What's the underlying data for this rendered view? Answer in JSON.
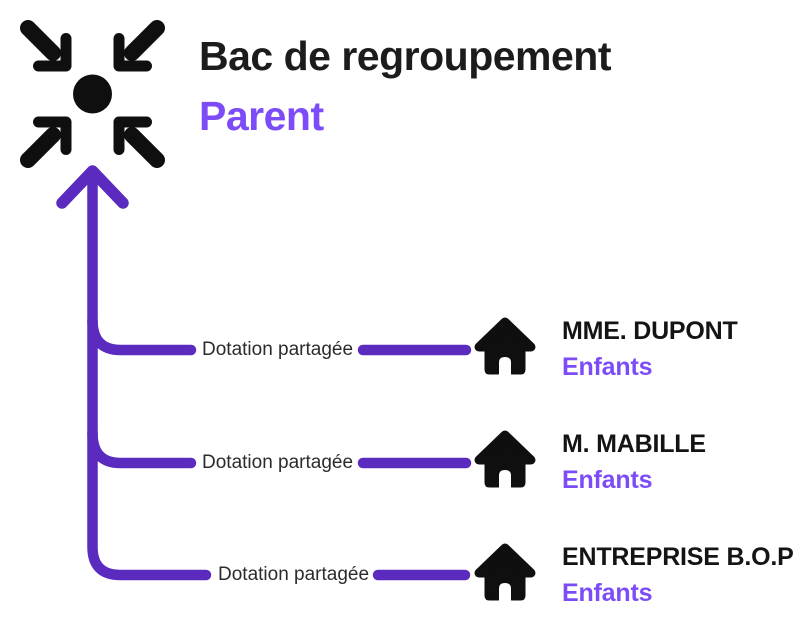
{
  "palette": {
    "line_purple": "#5b2abf",
    "accent_purple": "#7c4cf8",
    "ink": "#0f0f0f",
    "title_ink": "#1c1c1c",
    "label_ink": "#2c2c2c"
  },
  "parent": {
    "icon": "converge-arrows-icon",
    "title": "Bac de regroupement",
    "subtitle": "Parent"
  },
  "connector": {
    "arrow_icon": "up-arrow",
    "branch_count": 3
  },
  "branches": [
    {
      "label": "Dotation partagée",
      "child": {
        "icon": "house-icon",
        "name": "MME. DUPONT",
        "role": "Enfants"
      }
    },
    {
      "label": "Dotation partagée",
      "child": {
        "icon": "house-icon",
        "name": "M. MABILLE",
        "role": "Enfants"
      }
    },
    {
      "label": "Dotation partagée",
      "child": {
        "icon": "house-icon",
        "name": "ENTREPRISE B.O.P",
        "role": "Enfants"
      }
    }
  ]
}
